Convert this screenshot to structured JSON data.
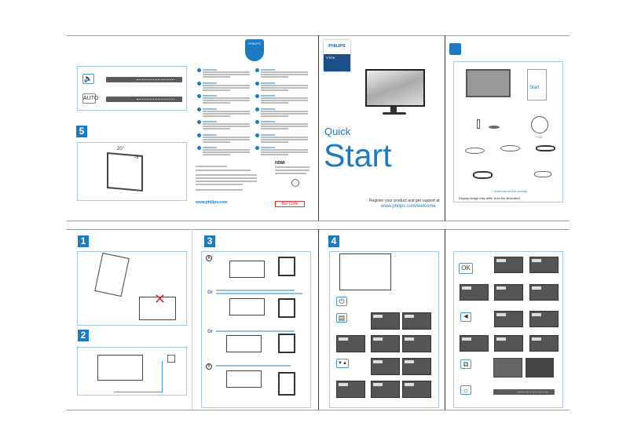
{
  "panel_osd": {
    "volume_icon": "speaker-icon",
    "auto_label": "AUTO",
    "step_number": "5",
    "tilt_up": "20°",
    "tilt_down": "-5°"
  },
  "panel_info": {
    "brand": "PHILIPS",
    "hdmi_logo": "HDMI",
    "specs_link": "www.philips.com",
    "barcode_label": "Bar Code"
  },
  "cover": {
    "brand": "PHILIPS",
    "series": "V line",
    "title_line1": "Quick",
    "title_line2": "Start",
    "register_text": "Register your product and get support at",
    "register_url": "www.philips.com/welcome"
  },
  "box_contents": {
    "qsg_title": "Start",
    "cd_label": "* CD",
    "footnote": "* Depends on the country",
    "disclaimer": "Display image may differ from the illustrated"
  },
  "steps": {
    "s1": "1",
    "s2": "2",
    "s3": "3",
    "s4": "4",
    "option_a": "A",
    "option_b": "B",
    "or1": "Or",
    "or2": "Or"
  },
  "controls": {
    "ok_label": "OK",
    "back_icon": "triangle-left-icon",
    "power_icon": "power-icon",
    "menu_icon": "menu-icon",
    "updown_icon": "up-down-arrows-icon",
    "input_icon": "input-icon",
    "brightness_icon": "sun-icon",
    "updown_label": "▼▲",
    "back_label": "◀",
    "brightness_label": "☼"
  },
  "colors": {
    "accent": "#1a7ac4",
    "panel_border": "#a9c9e6"
  }
}
